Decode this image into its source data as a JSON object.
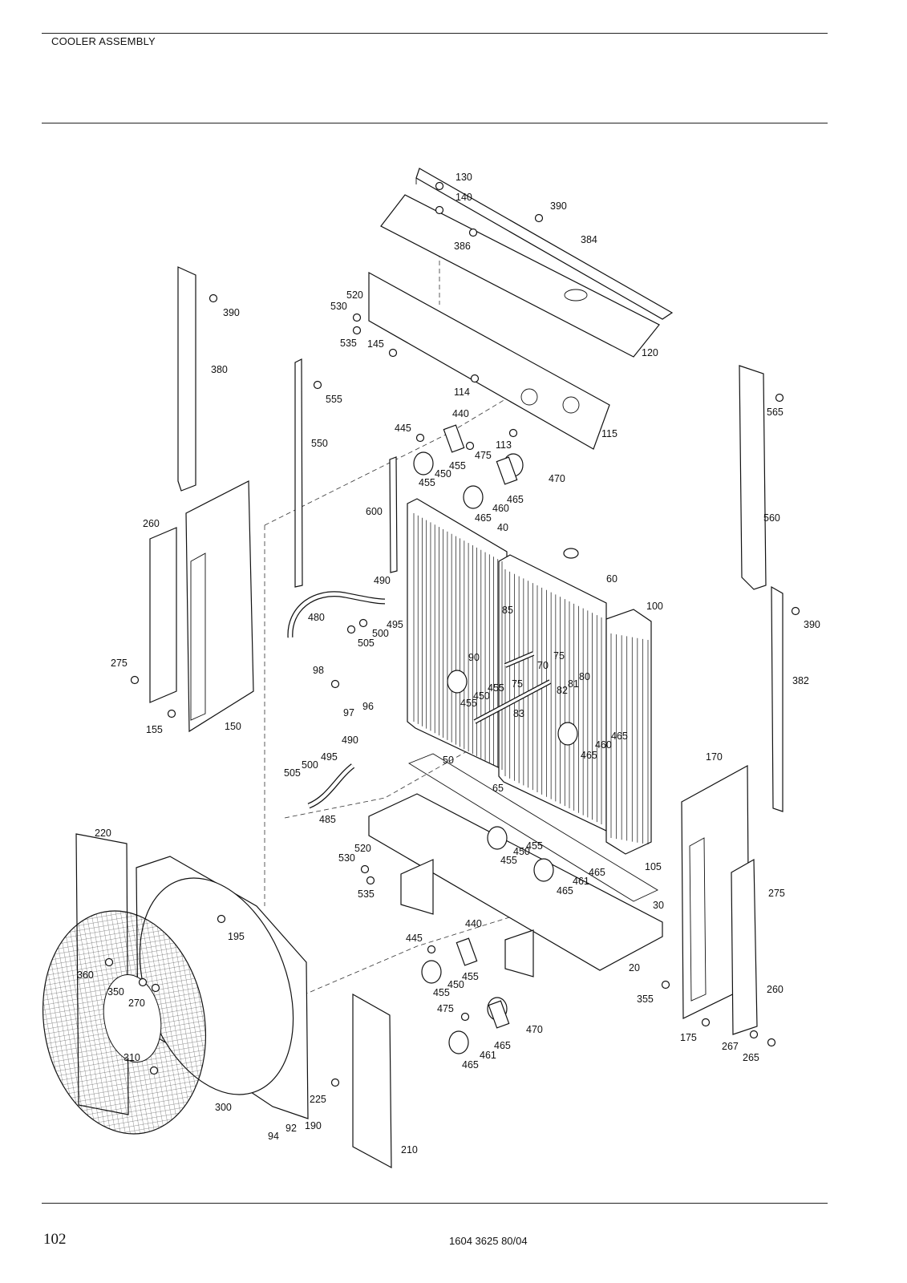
{
  "header": {
    "title": "COOLER ASSEMBLY"
  },
  "footer": {
    "page_number": "102",
    "doc_code": "1604 3625 80/04"
  },
  "callouts": [
    "130",
    "140",
    "390",
    "384",
    "386",
    "520",
    "530",
    "535",
    "145",
    "120",
    "380",
    "390",
    "555",
    "114",
    "565",
    "115",
    "440",
    "445",
    "113",
    "475",
    "455",
    "470",
    "450",
    "455",
    "550",
    "460",
    "465",
    "465",
    "600",
    "40",
    "560",
    "260",
    "60",
    "490",
    "100",
    "480",
    "85",
    "495",
    "500",
    "505",
    "390",
    "90",
    "75",
    "70",
    "80",
    "382",
    "275",
    "98",
    "450",
    "455",
    "75",
    "81",
    "82",
    "455",
    "96",
    "97",
    "83",
    "155",
    "150",
    "465",
    "460",
    "465",
    "490",
    "170",
    "50",
    "495",
    "500",
    "505",
    "65",
    "485",
    "220",
    "520",
    "450",
    "455",
    "530",
    "455",
    "465",
    "105",
    "461",
    "535",
    "465",
    "275",
    "30",
    "195",
    "440",
    "445",
    "455",
    "20",
    "360",
    "450",
    "455",
    "355",
    "350",
    "270",
    "260",
    "475",
    "470",
    "465",
    "310",
    "175",
    "461",
    "267",
    "465",
    "265",
    "225",
    "300",
    "92",
    "190",
    "94",
    "210"
  ]
}
